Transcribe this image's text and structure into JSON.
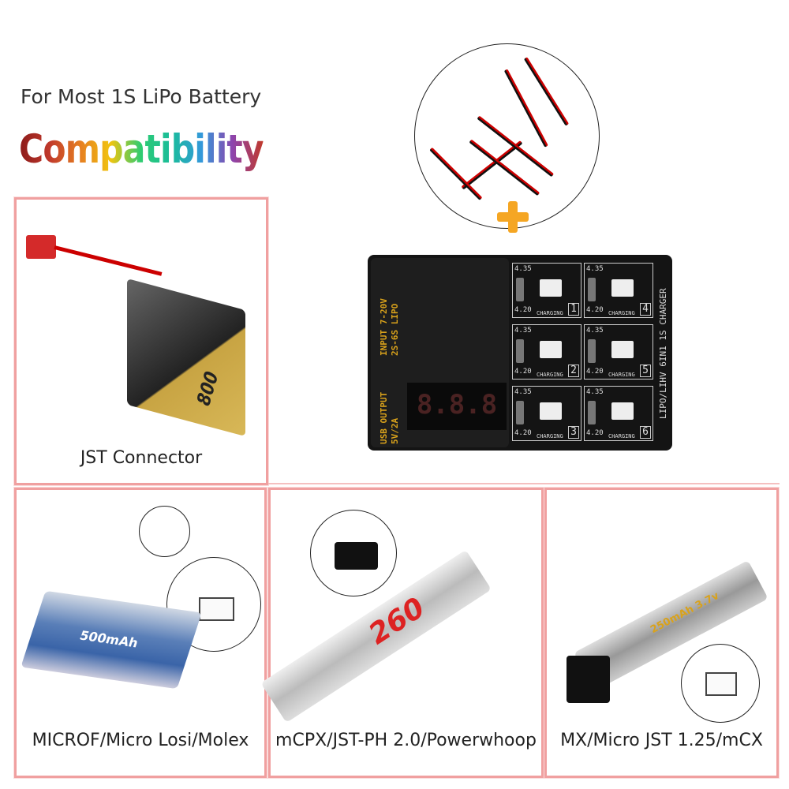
{
  "header": {
    "headline": "For Most 1S LiPo Battery",
    "title": "Compatibility"
  },
  "charger": {
    "input_label": "INPUT 7-20V",
    "input_cells": "2S-6S LIPO",
    "usb_label": "USB OUTPUT",
    "usb_spec": "5V/2A",
    "display": "8.8.8",
    "side_label": "LIPO/LIHV 6IN1 1S CHARGER",
    "slots": [
      {
        "number": "1",
        "high": "4.35",
        "low": "4.20",
        "status": "CHARGING"
      },
      {
        "number": "2",
        "high": "4.35",
        "low": "4.20",
        "status": "CHARGING"
      },
      {
        "number": "3",
        "high": "4.35",
        "low": "4.20",
        "status": "CHARGING"
      },
      {
        "number": "4",
        "high": "4.35",
        "low": "4.20",
        "status": "CHARGING"
      },
      {
        "number": "5",
        "high": "4.35",
        "low": "4.20",
        "status": "CHARGING"
      },
      {
        "number": "6",
        "high": "4.35",
        "low": "4.20",
        "status": "CHARGING"
      }
    ]
  },
  "panels": [
    {
      "label": "JST Connector",
      "battery_text": "800"
    },
    {
      "label": "MICROF/Micro Losi/Molex",
      "battery_text": "500mAh"
    },
    {
      "label": "mCPX/JST-PH 2.0/Powerwhoop",
      "battery_text": "260"
    },
    {
      "label": "MX/Micro JST 1.25/mCX",
      "battery_text": "250mAh 3.7v"
    }
  ],
  "colors": {
    "panel_border": "#f0a0a0",
    "accent": "#f5a623",
    "board": "#141414"
  }
}
